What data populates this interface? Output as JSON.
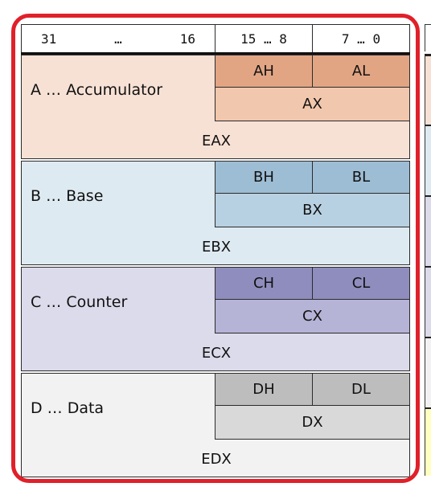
{
  "header": {
    "bits_31": "31",
    "bits_dots": "…",
    "bits_16": "16",
    "bits_15_8": "15 … 8",
    "bits_7_0": "7 … 0"
  },
  "registers": [
    {
      "name": "A … Accumulator",
      "high": "AH",
      "low": "AL",
      "word": "AX",
      "extended": "EAX",
      "bg": "#f7e1d5",
      "byte_bg": "#e2a584",
      "word_bg": "#f1c7ad"
    },
    {
      "name": "B … Base",
      "high": "BH",
      "low": "BL",
      "word": "BX",
      "extended": "EBX",
      "bg": "#deeaf1",
      "byte_bg": "#9dbdd4",
      "word_bg": "#b8d1e2"
    },
    {
      "name": "C … Counter",
      "high": "CH",
      "low": "CL",
      "word": "CX",
      "extended": "ECX",
      "bg": "#dcdbeb",
      "byte_bg": "#8f8dbd",
      "word_bg": "#b5b3d6"
    },
    {
      "name": "D … Data",
      "high": "DH",
      "low": "DL",
      "word": "DX",
      "extended": "EDX",
      "bg": "#f2f2f2",
      "byte_bg": "#bdbdbd",
      "word_bg": "#d9d9d9"
    }
  ],
  "colors": {
    "highlight_outline": "#e0202a",
    "border": "#2b2b2b"
  }
}
